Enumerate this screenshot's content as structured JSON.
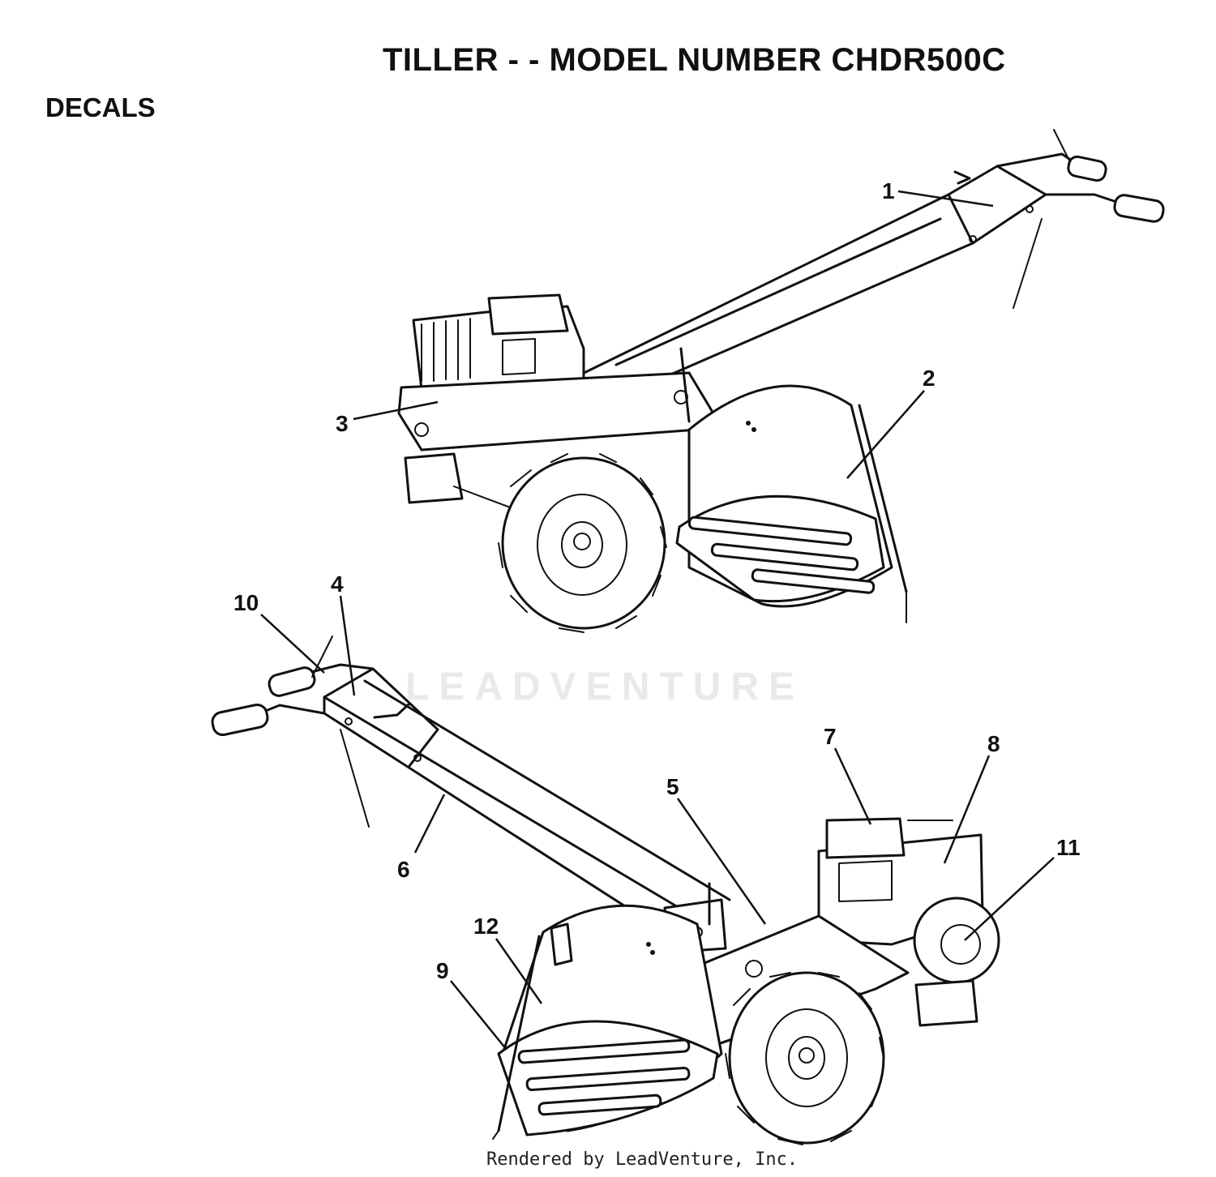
{
  "header": {
    "title": "TILLER - - MODEL NUMBER CHDR500C",
    "section": "DECALS"
  },
  "watermark": "LEADVENTURE",
  "footer": "Rendered by LeadVenture, Inc.",
  "callouts": [
    "1",
    "2",
    "3",
    "4",
    "5",
    "6",
    "7",
    "8",
    "9",
    "10",
    "11",
    "12"
  ]
}
